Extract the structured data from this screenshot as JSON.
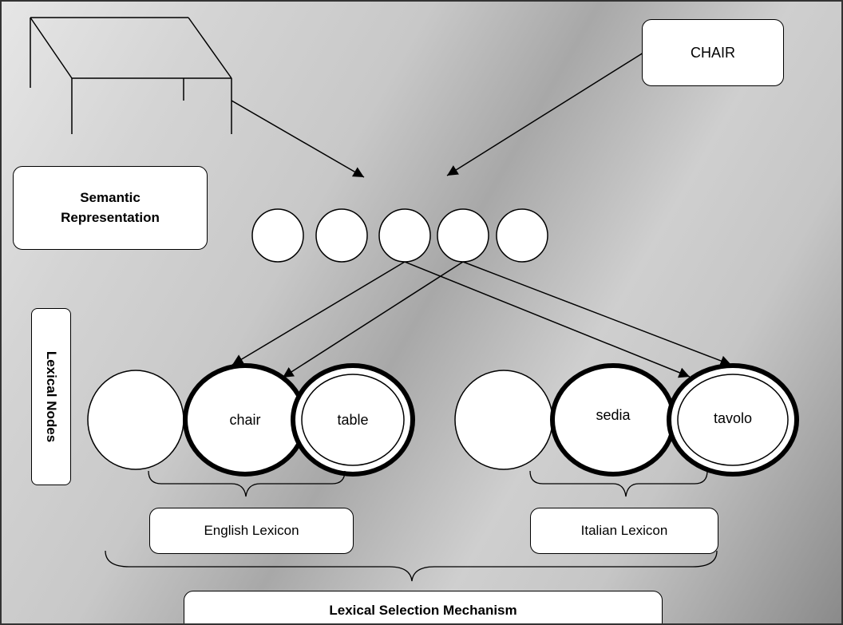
{
  "diagram": {
    "picture_input_label": "",
    "word_input": {
      "label": "CHAIR"
    },
    "semantic": {
      "label_line1": "Semantic",
      "label_line2": "Representation",
      "node_count": 5
    },
    "lexical_nodes_label": "Lexical Nodes",
    "english": {
      "nodes": [
        "",
        "chair",
        "table"
      ],
      "lexicon_label": "English Lexicon"
    },
    "italian": {
      "nodes": [
        "",
        "sedia",
        "tavolo"
      ],
      "lexicon_label": "Italian Lexicon"
    },
    "mechanism_label": "Lexical Selection Mechanism"
  }
}
